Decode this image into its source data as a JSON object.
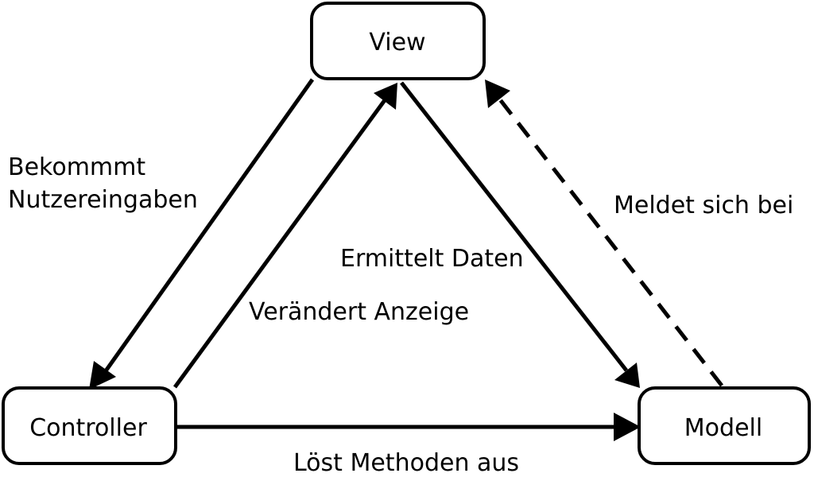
{
  "nodes": {
    "view": {
      "label": "View"
    },
    "controller": {
      "label": "Controller"
    },
    "model": {
      "label": "Modell"
    }
  },
  "edges": {
    "view_to_controller": {
      "label_line1": "Bekommmt",
      "label_line2": "Nutzereingaben"
    },
    "controller_to_view": {
      "label": "Verändert Anzeige"
    },
    "view_to_model": {
      "label": "Ermittelt Daten"
    },
    "model_to_view": {
      "label": "Meldet sich bei",
      "style": "dashed"
    },
    "controller_to_model": {
      "label": "Löst Methoden aus"
    }
  },
  "colors": {
    "stroke": "#000000",
    "background": "#ffffff"
  }
}
